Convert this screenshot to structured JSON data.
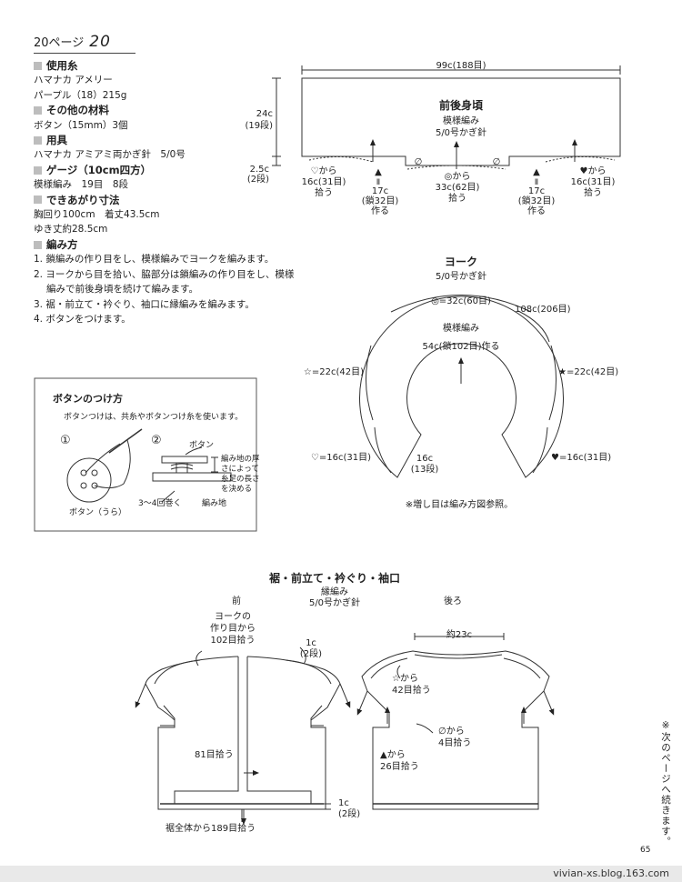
{
  "header": {
    "page": "20ページ",
    "number": "20"
  },
  "side": {
    "yarn_title": "使用糸",
    "yarn_lines": [
      "ハマナカ アメリー",
      "パープル（18）215g"
    ],
    "other_title": "その他の材料",
    "other_lines": [
      "ボタン（15mm）3個"
    ],
    "tools_title": "用具",
    "tools_lines": [
      "ハマナカ アミアミ両かぎ針　5/0号"
    ],
    "gauge_title": "ゲージ（10cm四方）",
    "gauge_lines": [
      "模様編み　19目　8段"
    ],
    "size_title": "できあがり寸法",
    "size_lines": [
      "胸回り100cm　着丈43.5cm",
      "ゆき丈約28.5cm"
    ],
    "method_title": "編み方",
    "steps": [
      "1. 鎖編みの作り目をし、模様編みでヨークを編みます。",
      "2. ヨークから目を拾い、脇部分は鎖編みの作り目をし、模様編みで前後身頃を続けて編みます。",
      "3. 裾・前立て・衿ぐり、袖口に縁編みを編みます。",
      "4. ボタンをつけます。"
    ]
  },
  "body_diagram": {
    "width": "99c(188目)",
    "title": "前後身頃",
    "pattern": "模様編み",
    "hook": "5/0号かぎ針",
    "height_l1": "24c",
    "height_l2": "(19段)",
    "low_l1": "2.5c",
    "low_l2": "(2段)",
    "h1": "♡から",
    "h1b": "16c(31目)",
    "h1c": "拾う",
    "h2": "17c",
    "h2b": "(鎖32目)",
    "h2c": "作る",
    "h3": "◎から",
    "h3b": "33c(62目)",
    "h3c": "拾う",
    "h4": "17c",
    "h4b": "(鎖32目)",
    "h4c": "作る",
    "h5": "♥から",
    "h5b": "16c(31目)",
    "h5c": "拾う",
    "tri": "▲",
    "eq": "Ⅱ",
    "phi": "∅"
  },
  "yoke": {
    "title": "ヨーク",
    "hook": "5/0号かぎ針",
    "top": "◎=32c(60目)",
    "right_top": "108c(206目)",
    "pattern": "模様編み",
    "chain": "54c(鎖102目)作る",
    "left": "☆=22c(42目)",
    "right": "★=22c(42目)",
    "bottom_left": "♡=16c(31目)",
    "bottom_right": "♥=16c(31目)",
    "rows_l1": "16c",
    "rows_l2": "(13段)",
    "note": "※増し目は編み方図参照。"
  },
  "button_box": {
    "title": "ボタンのつけ方",
    "desc": "ボタンつけは、共糸やボタンつけ糸を使います。",
    "n1": "①",
    "n2": "②",
    "button_back": "ボタン（うら）",
    "button": "ボタン",
    "thickness_l1": "編み地の厚",
    "thickness_l2": "さによって",
    "thickness_l3": "糸足の長さ",
    "thickness_l4": "を決める",
    "wrap": "3〜4回巻く",
    "fabric": "編み地"
  },
  "edge_diagram": {
    "title": "裾・前立て・衿ぐり・袖口",
    "pattern": "縁編み",
    "hook": "5/0号かぎ針",
    "front": "前",
    "back": "後ろ",
    "yoke_from_l1": "ヨークの",
    "yoke_from_l2": "作り目から",
    "yoke_from_l3": "102目拾う",
    "depth1_l1": "1c",
    "depth1_l2": "(2段)",
    "front_pick": "81目拾う",
    "depth2_l1": "1c",
    "depth2_l2": "(2段)",
    "hem_pick": "裾全体から189目拾う",
    "back_width": "約23c",
    "star_l1": "☆から",
    "star_l2": "42目拾う",
    "phi_l1": "∅から",
    "phi_l2": "4目拾う",
    "tri_l1": "▲から",
    "tri_l2": "26目拾う"
  },
  "side_note": "※次のページへ続きます。",
  "page_number": "65",
  "footer": "vivian-xs.blog.163.com"
}
